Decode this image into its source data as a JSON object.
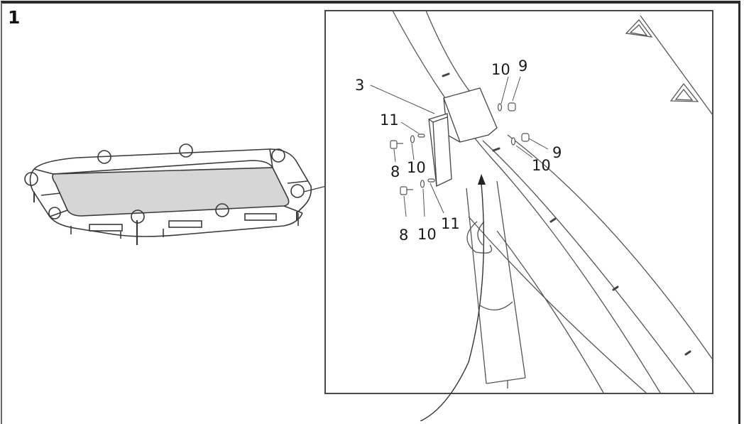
{
  "step": {
    "number": "1"
  },
  "overview": {
    "description": "Rectangular trampoline frame with mat, circles marking connection points"
  },
  "detail": {
    "description": "Close-up of enclosure pole bracket attached to curved frame tube",
    "labels": {
      "bracket": "3",
      "bolt_top_left": "8",
      "bolt_bottom_left": "8",
      "nut_top_right": "9",
      "nut_mid_right": "9",
      "washer_top_left": "10",
      "washer_bottom_left": "10",
      "washer_top_right": "10",
      "washer_mid_right": "10",
      "spacer_top_left": "11",
      "spacer_bottom_left": "11"
    }
  },
  "colors": {
    "line": "#4a4a4a",
    "mat": "#d6d6d6",
    "frame_border": "#2b2b2b"
  }
}
